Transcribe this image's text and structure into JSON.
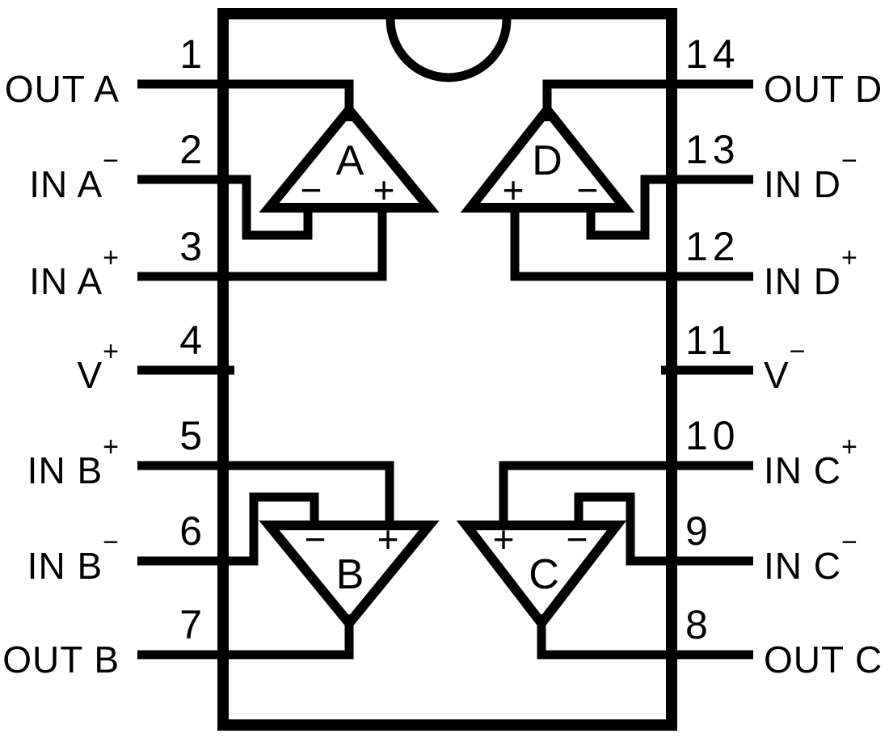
{
  "colors": {
    "ink": "#000000",
    "paper": "#ffffff"
  },
  "package": {
    "type": "DIP-14",
    "pin_count": 14
  },
  "pins_left": [
    {
      "num": "1",
      "base": "OUT A",
      "sup": ""
    },
    {
      "num": "2",
      "base": "IN A",
      "sup": "−"
    },
    {
      "num": "3",
      "base": "IN A",
      "sup": "+"
    },
    {
      "num": "4",
      "base": "V",
      "sup": "+"
    },
    {
      "num": "5",
      "base": "IN B",
      "sup": "+"
    },
    {
      "num": "6",
      "base": "IN B",
      "sup": "−"
    },
    {
      "num": "7",
      "base": "OUT B",
      "sup": ""
    }
  ],
  "pins_right": [
    {
      "num": "14",
      "base": "OUT D",
      "sup": ""
    },
    {
      "num": "13",
      "base": "IN D",
      "sup": "−"
    },
    {
      "num": "12",
      "base": "IN D",
      "sup": "+"
    },
    {
      "num": "11",
      "base": "V",
      "sup": "−"
    },
    {
      "num": "10",
      "base": "IN C",
      "sup": "+"
    },
    {
      "num": "9",
      "base": "IN C",
      "sup": "−"
    },
    {
      "num": "8",
      "base": "OUT C",
      "sup": ""
    }
  ],
  "opamps": [
    {
      "letter": "A",
      "minus": "−",
      "plus": "+"
    },
    {
      "letter": "D",
      "minus": "−",
      "plus": "+"
    },
    {
      "letter": "B",
      "minus": "−",
      "plus": "+"
    },
    {
      "letter": "C",
      "minus": "−",
      "plus": "+"
    }
  ]
}
